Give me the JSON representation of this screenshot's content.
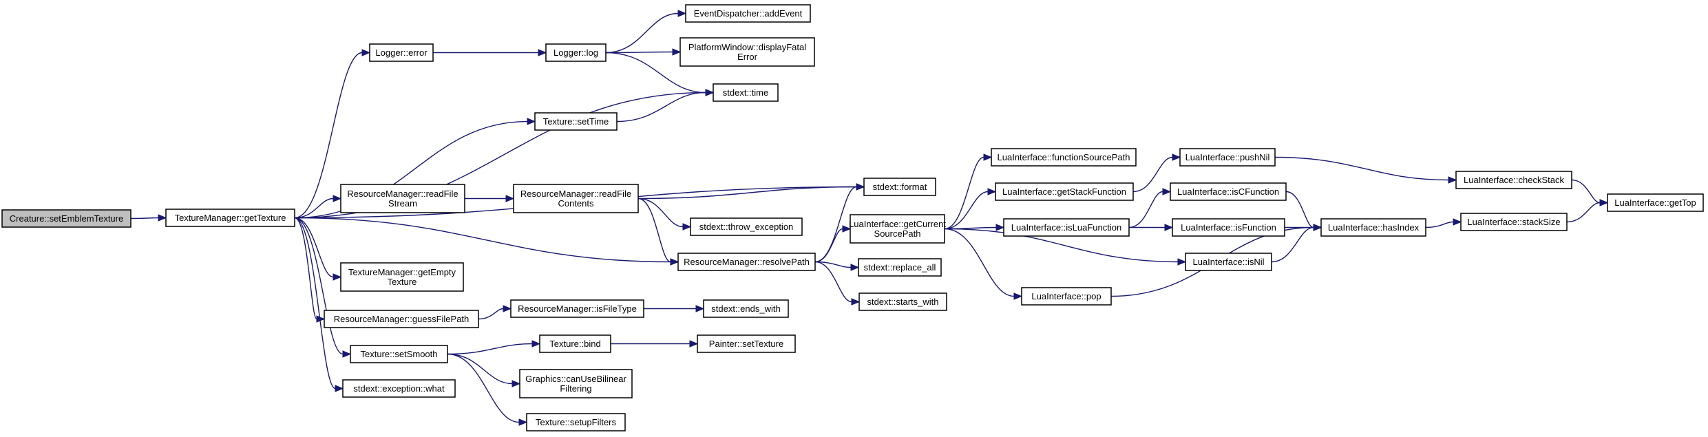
{
  "diagram": {
    "root": "Creature::setEmblemTexture",
    "nodes": [
      {
        "id": "creature_setEmblemTexture",
        "lines": [
          "Creature::setEmblemTexture"
        ],
        "root": true
      },
      {
        "id": "texturemanager_getTexture",
        "lines": [
          "TextureManager::getTexture"
        ]
      },
      {
        "id": "logger_error",
        "lines": [
          "Logger::error"
        ]
      },
      {
        "id": "logger_log",
        "lines": [
          "Logger::log"
        ]
      },
      {
        "id": "eventdispatcher_addEvent",
        "lines": [
          "EventDispatcher::addEvent"
        ]
      },
      {
        "id": "platformwindow_displayFatalError",
        "lines": [
          "PlatformWindow::displayFatal",
          "Error"
        ]
      },
      {
        "id": "stdext_time",
        "lines": [
          "stdext::time"
        ]
      },
      {
        "id": "texture_setTime",
        "lines": [
          "Texture::setTime"
        ]
      },
      {
        "id": "stdext_format",
        "lines": [
          "stdext::format"
        ]
      },
      {
        "id": "resourcemanager_readFileStream",
        "lines": [
          "ResourceManager::readFile",
          "Stream"
        ]
      },
      {
        "id": "resourcemanager_readFileContents",
        "lines": [
          "ResourceManager::readFile",
          "Contents"
        ]
      },
      {
        "id": "stdext_throw_exception",
        "lines": [
          "stdext::throw_exception"
        ]
      },
      {
        "id": "resourcemanager_resolvePath",
        "lines": [
          "ResourceManager::resolvePath"
        ]
      },
      {
        "id": "luainterface_getCurrentSourcePath",
        "lines": [
          "LuaInterface::getCurrent",
          "SourcePath"
        ]
      },
      {
        "id": "luainterface_functionSourcePath",
        "lines": [
          "LuaInterface::functionSourcePath"
        ]
      },
      {
        "id": "luainterface_getStackFunction",
        "lines": [
          "LuaInterface::getStackFunction"
        ]
      },
      {
        "id": "luainterface_pushNil",
        "lines": [
          "LuaInterface::pushNil"
        ]
      },
      {
        "id": "luainterface_checkStack",
        "lines": [
          "LuaInterface::checkStack"
        ]
      },
      {
        "id": "luainterface_getTop",
        "lines": [
          "LuaInterface::getTop"
        ]
      },
      {
        "id": "luainterface_isCFunction",
        "lines": [
          "LuaInterface::isCFunction"
        ]
      },
      {
        "id": "luainterface_isLuaFunction",
        "lines": [
          "LuaInterface::isLuaFunction"
        ]
      },
      {
        "id": "luainterface_isFunction",
        "lines": [
          "LuaInterface::isFunction"
        ]
      },
      {
        "id": "luainterface_hasIndex",
        "lines": [
          "LuaInterface::hasIndex"
        ]
      },
      {
        "id": "luainterface_stackSize",
        "lines": [
          "LuaInterface::stackSize"
        ]
      },
      {
        "id": "luainterface_isNil",
        "lines": [
          "LuaInterface::isNil"
        ]
      },
      {
        "id": "luainterface_pop",
        "lines": [
          "LuaInterface::pop"
        ]
      },
      {
        "id": "stdext_replace_all",
        "lines": [
          "stdext::replace_all"
        ]
      },
      {
        "id": "stdext_starts_with",
        "lines": [
          "stdext::starts_with"
        ]
      },
      {
        "id": "texturemanager_getEmptyTexture",
        "lines": [
          "TextureManager::getEmpty",
          "Texture"
        ]
      },
      {
        "id": "resourcemanager_guessFilePath",
        "lines": [
          "ResourceManager::guessFilePath"
        ]
      },
      {
        "id": "resourcemanager_isFileType",
        "lines": [
          "ResourceManager::isFileType"
        ]
      },
      {
        "id": "stdext_ends_with",
        "lines": [
          "stdext::ends_with"
        ]
      },
      {
        "id": "texture_setSmooth",
        "lines": [
          "Texture::setSmooth"
        ]
      },
      {
        "id": "texture_bind",
        "lines": [
          "Texture::bind"
        ]
      },
      {
        "id": "painter_setTexture",
        "lines": [
          "Painter::setTexture"
        ]
      },
      {
        "id": "graphics_canUseBilinearFiltering",
        "lines": [
          "Graphics::canUseBilinear",
          "Filtering"
        ]
      },
      {
        "id": "texture_setupFilters",
        "lines": [
          "Texture::setupFilters"
        ]
      },
      {
        "id": "stdext_exception_what",
        "lines": [
          "stdext::exception::what"
        ]
      }
    ],
    "edges": [
      [
        "creature_setEmblemTexture",
        "texturemanager_getTexture"
      ],
      [
        "texturemanager_getTexture",
        "logger_error"
      ],
      [
        "texturemanager_getTexture",
        "stdext_time"
      ],
      [
        "texturemanager_getTexture",
        "texture_setTime"
      ],
      [
        "texturemanager_getTexture",
        "stdext_format"
      ],
      [
        "texturemanager_getTexture",
        "resourcemanager_readFileStream"
      ],
      [
        "texturemanager_getTexture",
        "resourcemanager_resolvePath"
      ],
      [
        "texturemanager_getTexture",
        "texturemanager_getEmptyTexture"
      ],
      [
        "texturemanager_getTexture",
        "resourcemanager_guessFilePath"
      ],
      [
        "texturemanager_getTexture",
        "texture_setSmooth"
      ],
      [
        "texturemanager_getTexture",
        "stdext_exception_what"
      ],
      [
        "logger_error",
        "logger_log"
      ],
      [
        "logger_log",
        "eventdispatcher_addEvent"
      ],
      [
        "logger_log",
        "platformwindow_displayFatalError"
      ],
      [
        "logger_log",
        "stdext_time"
      ],
      [
        "texture_setTime",
        "stdext_time"
      ],
      [
        "resourcemanager_readFileStream",
        "resourcemanager_readFileContents"
      ],
      [
        "resourcemanager_readFileContents",
        "stdext_format"
      ],
      [
        "resourcemanager_readFileContents",
        "stdext_throw_exception"
      ],
      [
        "resourcemanager_readFileContents",
        "resourcemanager_resolvePath"
      ],
      [
        "resourcemanager_resolvePath",
        "stdext_format"
      ],
      [
        "resourcemanager_resolvePath",
        "luainterface_getCurrentSourcePath"
      ],
      [
        "resourcemanager_resolvePath",
        "stdext_replace_all"
      ],
      [
        "resourcemanager_resolvePath",
        "stdext_starts_with"
      ],
      [
        "luainterface_getCurrentSourcePath",
        "luainterface_functionSourcePath"
      ],
      [
        "luainterface_getCurrentSourcePath",
        "luainterface_getStackFunction"
      ],
      [
        "luainterface_getCurrentSourcePath",
        "luainterface_isLuaFunction"
      ],
      [
        "luainterface_getCurrentSourcePath",
        "luainterface_isNil"
      ],
      [
        "luainterface_getCurrentSourcePath",
        "luainterface_pop"
      ],
      [
        "luainterface_getStackFunction",
        "luainterface_pushNil"
      ],
      [
        "luainterface_pushNil",
        "luainterface_checkStack"
      ],
      [
        "luainterface_checkStack",
        "luainterface_getTop"
      ],
      [
        "luainterface_isLuaFunction",
        "luainterface_isCFunction"
      ],
      [
        "luainterface_isLuaFunction",
        "luainterface_isFunction"
      ],
      [
        "luainterface_isCFunction",
        "luainterface_hasIndex"
      ],
      [
        "luainterface_isFunction",
        "luainterface_hasIndex"
      ],
      [
        "luainterface_isNil",
        "luainterface_hasIndex"
      ],
      [
        "luainterface_pop",
        "luainterface_hasIndex"
      ],
      [
        "luainterface_hasIndex",
        "luainterface_stackSize"
      ],
      [
        "luainterface_stackSize",
        "luainterface_getTop"
      ],
      [
        "resourcemanager_guessFilePath",
        "resourcemanager_isFileType"
      ],
      [
        "resourcemanager_isFileType",
        "stdext_ends_with"
      ],
      [
        "texture_setSmooth",
        "texture_bind"
      ],
      [
        "texture_setSmooth",
        "graphics_canUseBilinearFiltering"
      ],
      [
        "texture_setSmooth",
        "texture_setupFilters"
      ],
      [
        "texture_bind",
        "painter_setTexture"
      ]
    ]
  }
}
